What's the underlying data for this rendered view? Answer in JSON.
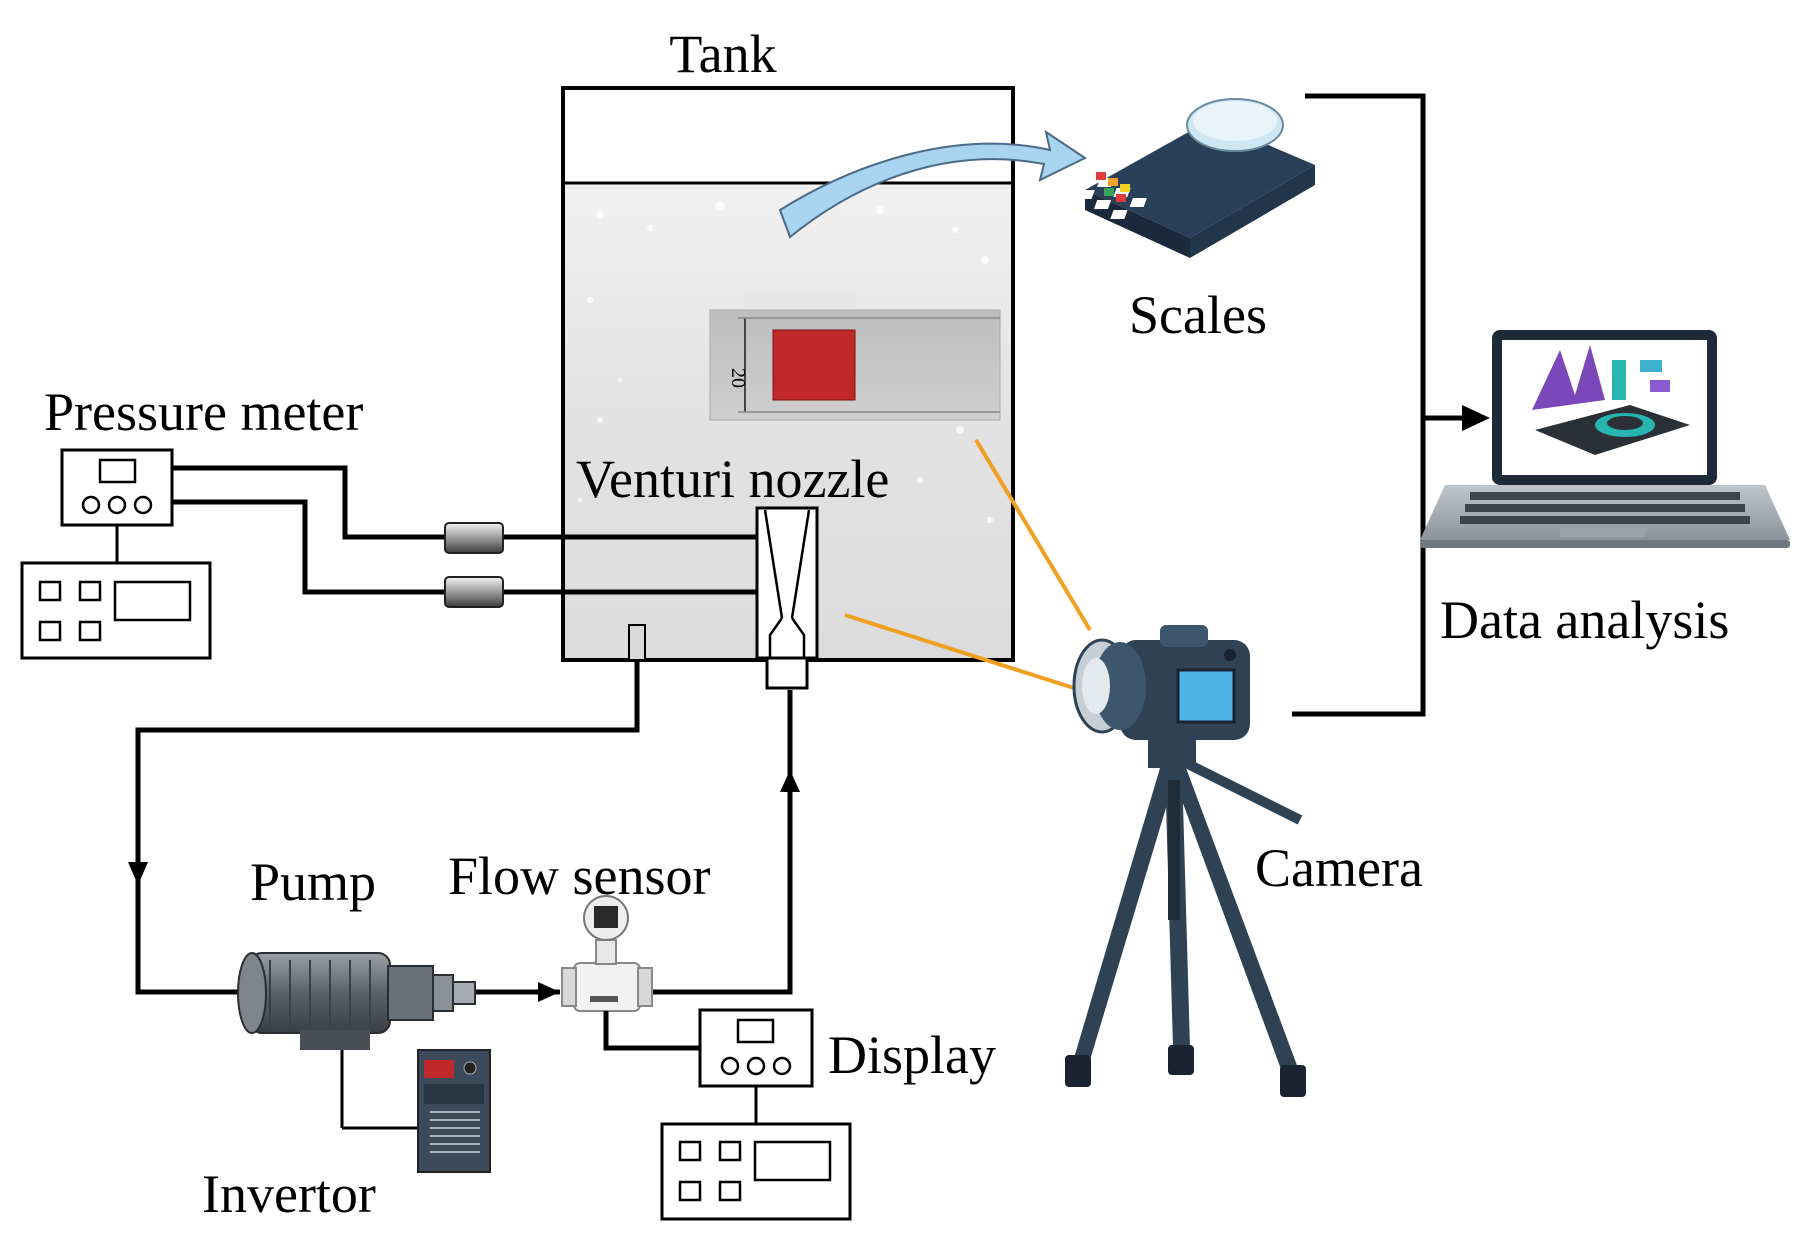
{
  "labels": {
    "tank": "Tank",
    "scales": "Scales",
    "pressure_meter": "Pressure meter",
    "venturi_nozzle": "Venturi nozzle",
    "data_analysis": "Data analysis",
    "camera": "Camera",
    "pump": "Pump",
    "flow_sensor": "Flow sensor",
    "display": "Display",
    "invertor": "Invertor"
  },
  "inset": {
    "scale_mark": "20"
  },
  "colors": {
    "line": "#000000",
    "optical_ray": "#f0a020",
    "transfer_arrow": "#a8d4f0",
    "sample": "#c0282a",
    "camera_body": "#2f4254",
    "scale_body": "#23394f",
    "laptop_screen": "#1e2a38"
  },
  "icons": [
    "scales-icon",
    "laptop-icon",
    "camera-icon",
    "tripod-icon",
    "pump-motor-icon",
    "flow-sensor-icon",
    "invertor-icon",
    "pressure-meter-icon",
    "display-icon"
  ]
}
